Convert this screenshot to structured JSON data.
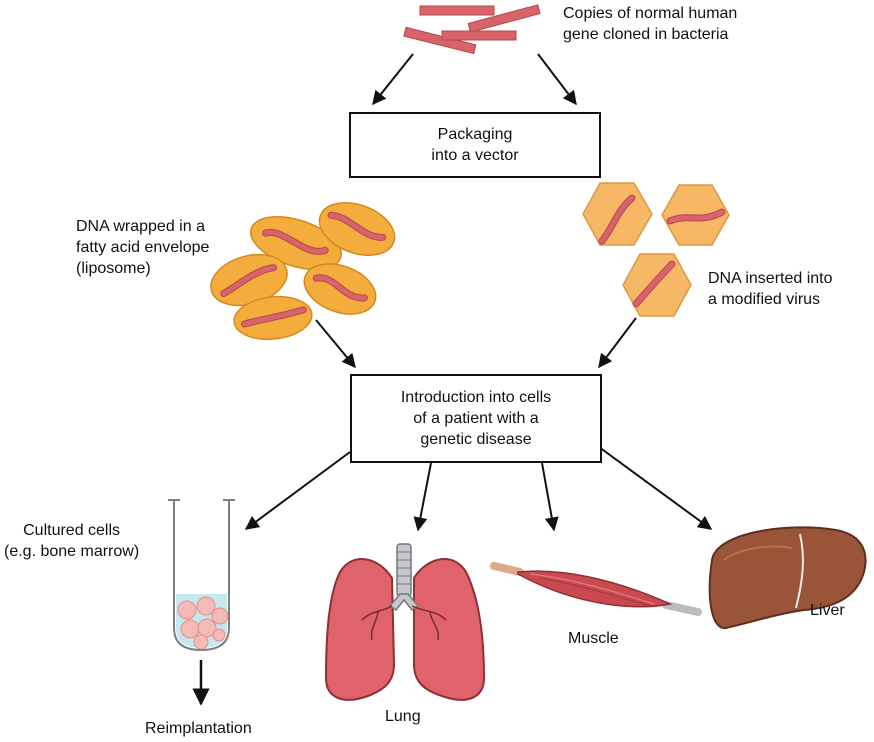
{
  "labels": {
    "gene_copies": "Copies of normal human\ngene cloned in bacteria",
    "packaging": "Packaging\ninto a vector",
    "liposome": "DNA wrapped in a\nfatty acid envelope\n(liposome)",
    "virus": "DNA inserted into\na modified virus",
    "introduction": "Introduction into cells\nof a patient with a\ngenetic disease",
    "cultured_cells": "Cultured cells\n(e.g. bone marrow)",
    "reimplantation": "Reimplantation",
    "lung": "Lung",
    "muscle": "Muscle",
    "liver": "Liver"
  },
  "colors": {
    "dna": "#d9636a",
    "dna_stroke": "#b5474e",
    "liposome_fill": "#f4ac3c",
    "liposome_stroke": "#d48a22",
    "virus_fill": "#f7b866",
    "virus_stroke": "#d99a44",
    "lung": "#e0636c",
    "liver": "#9a5438",
    "muscle": "#c9494f",
    "arrow": "#111111"
  }
}
